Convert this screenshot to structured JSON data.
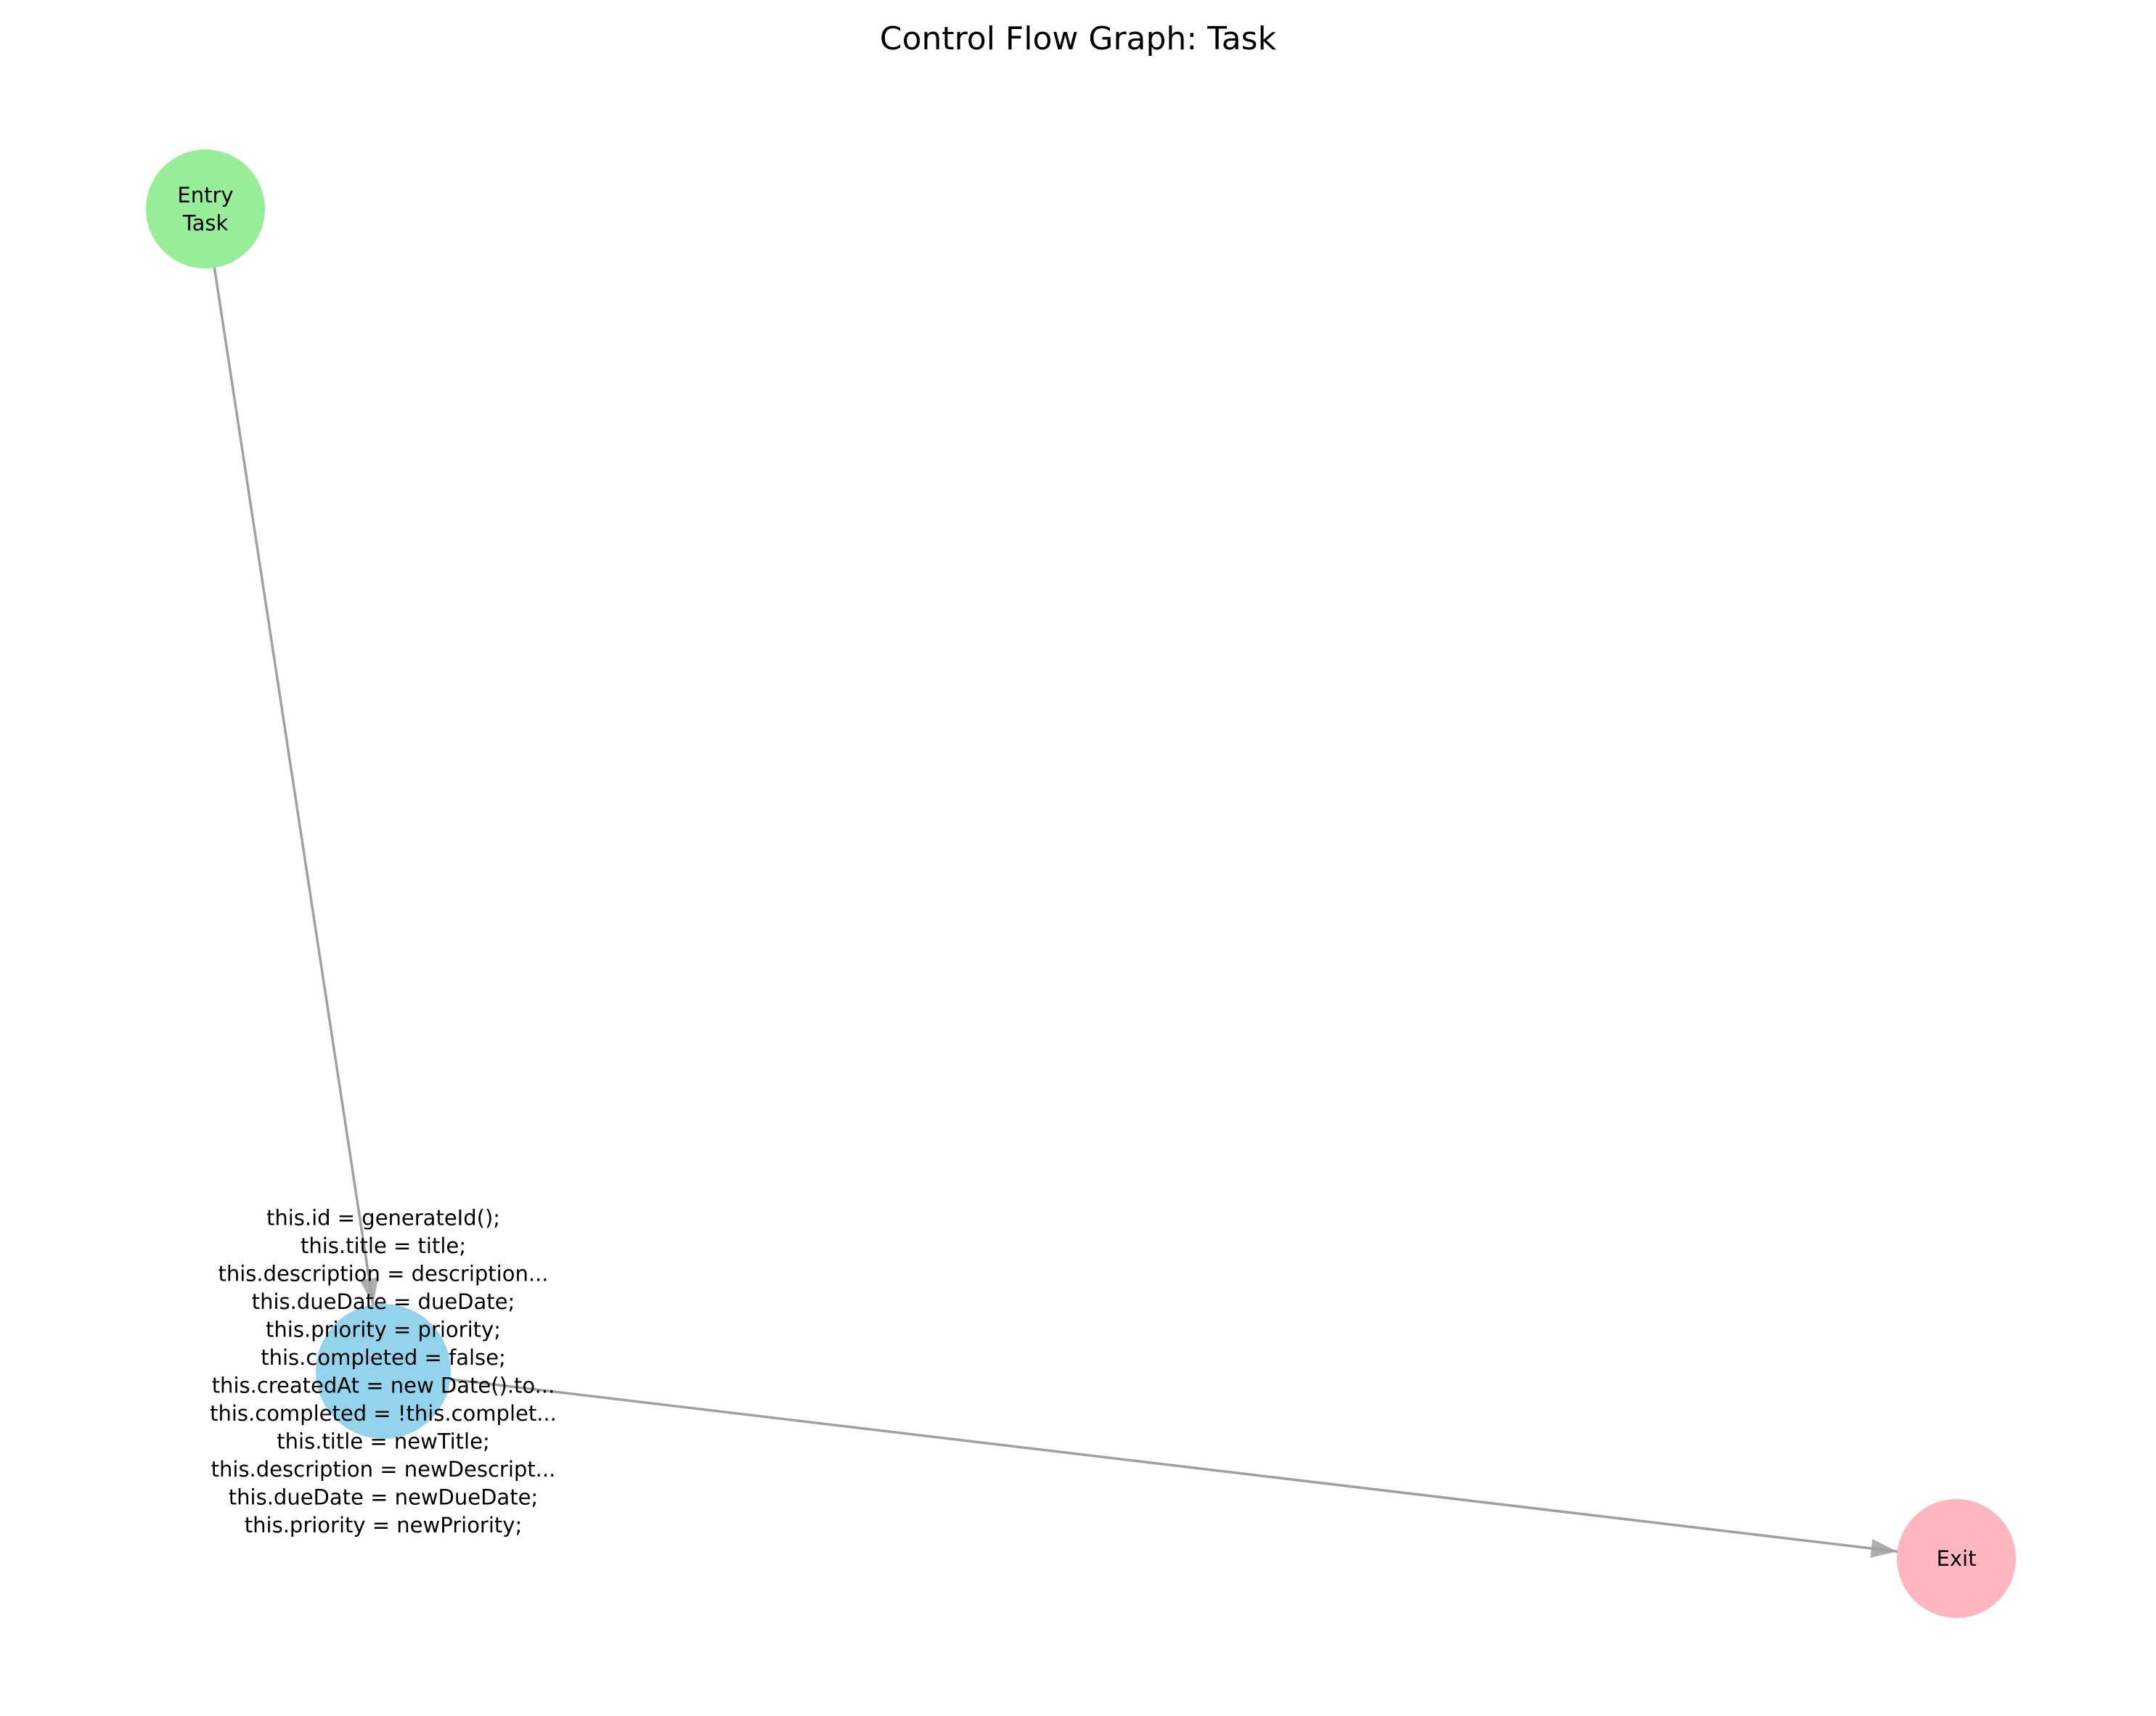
{
  "title": "Control Flow Graph: Task",
  "nodes": [
    {
      "id": "entry",
      "lines": [
        "Entry",
        "Task"
      ],
      "color": "#98ee98"
    },
    {
      "id": "body",
      "lines": [
        "this.id = generateId();",
        "this.title = title;",
        "this.description = description...",
        "this.dueDate = dueDate;",
        "this.priority = priority;",
        "this.completed = false;",
        "this.createdAt = new Date().to...",
        "this.completed = !this.complet...",
        "this.title = newTitle;",
        "this.description = newDescript...",
        "this.dueDate = newDueDate;",
        "this.priority = newPriority;"
      ],
      "color": "#94d3ec"
    },
    {
      "id": "exit",
      "lines": [
        "Exit"
      ],
      "color": "#ffb6c1"
    }
  ],
  "edges": [
    {
      "from": "entry",
      "to": "body"
    },
    {
      "from": "body",
      "to": "exit"
    }
  ],
  "edge_color": "#a0a0a0"
}
